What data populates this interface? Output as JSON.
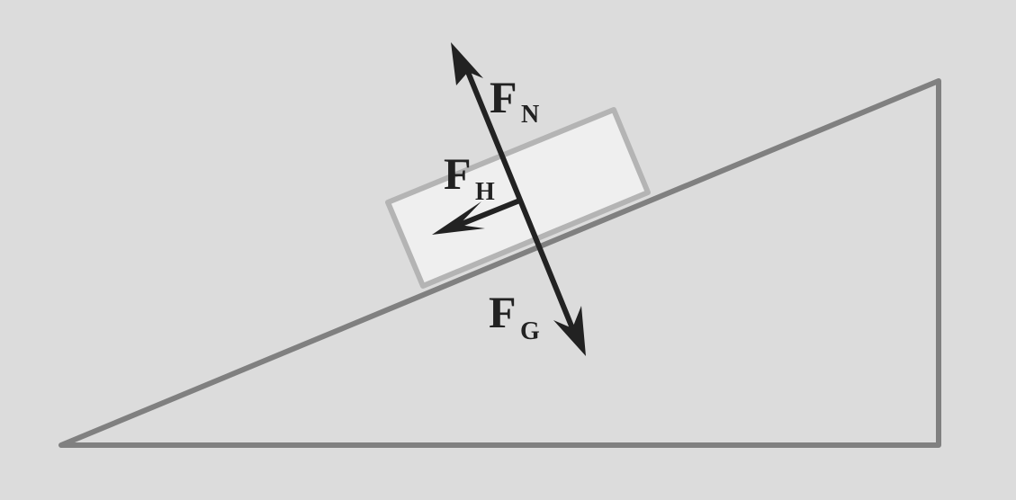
{
  "colors": {
    "background": "#dcdcdc",
    "incline": "#808080",
    "block_fill": "#efefef",
    "block_stroke": "#b4b4b4",
    "arrow": "#222222"
  },
  "labels": {
    "normal_force": {
      "main": "F",
      "sub": "N"
    },
    "downhill_force": {
      "main": "F",
      "sub": "H"
    },
    "gravity_force": {
      "main": "F",
      "sub": "G"
    }
  }
}
